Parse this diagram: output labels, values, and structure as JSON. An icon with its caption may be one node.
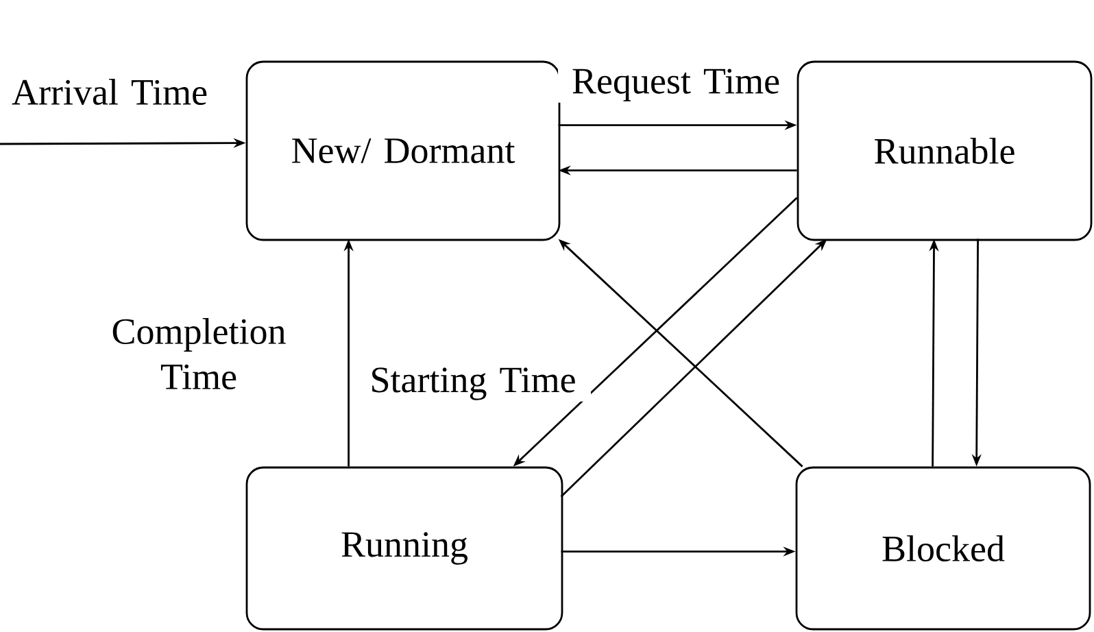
{
  "diagram": {
    "nodes": [
      {
        "text": [
          "New/ Dormant"
        ]
      },
      {
        "text": [
          "Runnable"
        ]
      },
      {
        "text": [
          "Running"
        ]
      },
      {
        "text": [
          "Blocked"
        ]
      }
    ],
    "edges": [
      {
        "from": null,
        "to": 0,
        "arrow": "to",
        "label": "Arrival Time"
      },
      {
        "from": 0,
        "to": 1,
        "arrow": "to",
        "label": "Request Time"
      },
      {
        "from": 1,
        "to": 0,
        "arrow": "to"
      },
      {
        "from": 2,
        "to": 0,
        "arrow": "to",
        "label": "Completion Time"
      },
      {
        "from": 1,
        "to": 2,
        "arrow": "to",
        "label": "Starting Time"
      },
      {
        "from": 2,
        "to": 1,
        "arrow": "to"
      },
      {
        "from": 3,
        "to": 0,
        "arrow": "to"
      },
      {
        "from": 3,
        "to": 1,
        "arrow": "to"
      },
      {
        "from": 1,
        "to": 3,
        "arrow": "to"
      },
      {
        "from": 2,
        "to": 3,
        "arrow": "to"
      }
    ]
  }
}
